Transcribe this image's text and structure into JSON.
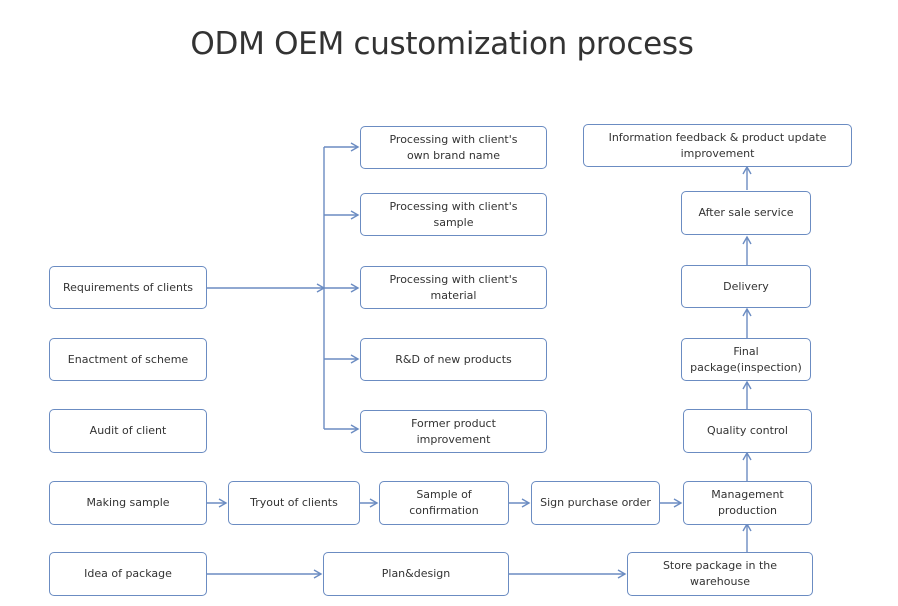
{
  "title": "ODM OEM customization process",
  "left_column": {
    "requirements": "Requirements of clients",
    "enactment": "Enactment of scheme",
    "audit": "Audit of client"
  },
  "processing_options": {
    "own_brand": "Processing with client's\nown brand name",
    "sample": "Processing with client's\nsample",
    "material": "Processing with client's\nmaterial",
    "rnd": "R&D of new products",
    "former": "Former product\nimprovement"
  },
  "sample_row": {
    "making_sample": "Making sample",
    "tryout": "Tryout of clients",
    "confirmation": "Sample of confirmation",
    "purchase_order": "Sign purchase order",
    "management": "Management\nproduction"
  },
  "package_row": {
    "idea": "Idea of package",
    "plan": "Plan&design",
    "store": "Store package in the warehouse"
  },
  "after_chain": {
    "quality": "Quality control",
    "final_package": "Final\npackage(inspection)",
    "delivery": "Delivery",
    "after_sale": "After sale service",
    "feedback": "Information feedback & product update\nimprovement"
  },
  "colors": {
    "border": "#6b8cc2",
    "text": "#333333",
    "title": "#333333"
  }
}
